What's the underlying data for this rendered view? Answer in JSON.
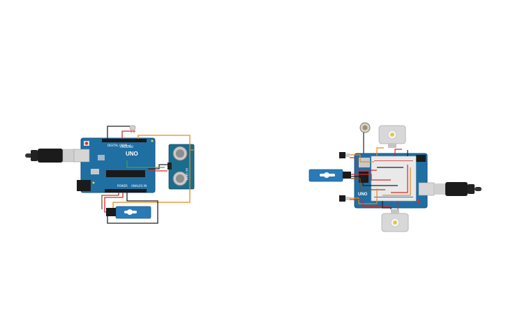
{
  "board_left": {
    "model_label": "UNO",
    "brand_label": "ARDUINO",
    "power_label": "POWER",
    "analog_label": "ANALOG IN",
    "digital_label": "DIGITAL (PWM~)",
    "color": "#1f6fa3"
  },
  "board_right": {
    "model_label": "UNO",
    "color": "#1f6fa3"
  },
  "components": {
    "ultrasonic_label": "HC-SR04",
    "servo_color": "#2a7ab8",
    "motor_color": "#d8d8d8"
  },
  "wire_colors": {
    "orange": "#e88a1a",
    "red": "#d12b2b",
    "black": "#222222",
    "green": "#3aa34a",
    "brown": "#8a4b22"
  }
}
